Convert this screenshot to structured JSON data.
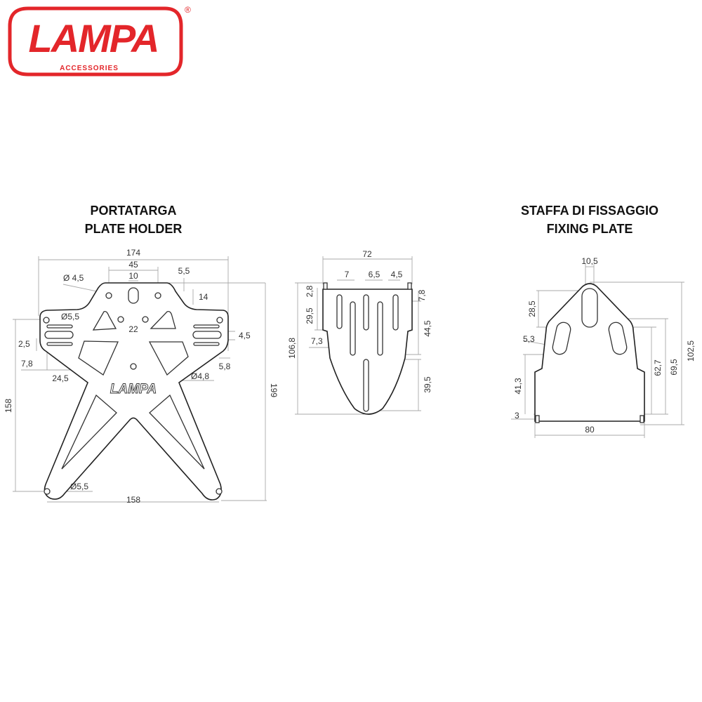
{
  "logo": {
    "brand": "LAMPA",
    "tagline": "ACCESSORIES",
    "registered": "®",
    "color": "#e3262a"
  },
  "plate_holder": {
    "title_it": "PORTATARGA",
    "title_en": "PLATE HOLDER",
    "embossed_logo": "LAMPA",
    "dims": {
      "overall_width": "174",
      "hole_spacing_top": "45",
      "slot_width": "10",
      "top_offset": "5,5",
      "slot_height": "14",
      "hole_top": "Ø 4,5",
      "hole_side": "Ø5,5",
      "hole_spacing_mid": "22",
      "slot_gap": "2,5",
      "slot_gap_right": "4,5",
      "edge_offset": "7,8",
      "slot_length": "24,5",
      "edge_offset_right": "5,8",
      "hole_center": "Ø4,8",
      "side_height": "158",
      "overall_height": "199",
      "hole_bottom": "Ø5,5",
      "bottom_width": "158"
    }
  },
  "middle_plate": {
    "dims": {
      "width": "72",
      "slot_a": "7",
      "slot_b": "6,5",
      "slot_c": "4,5",
      "top_tab": "2,8",
      "upper_height": "29,5",
      "top_offset_right": "7,8",
      "slot_length": "44,5",
      "overall_height": "106,8",
      "side_offset": "7,3",
      "lower_slot": "39,5"
    }
  },
  "fixing_plate": {
    "title_it": "STAFFA DI FISSAGGIO",
    "title_en": "FIXING PLATE",
    "dims": {
      "top_slot_width": "10,5",
      "top_slot_height": "28,5",
      "side_slot_width": "5,3",
      "base_height": "41,3",
      "foot": "3",
      "width": "80",
      "side_slot_height": "62,7",
      "shoulder_height": "69,5",
      "overall_height": "102,5"
    }
  }
}
